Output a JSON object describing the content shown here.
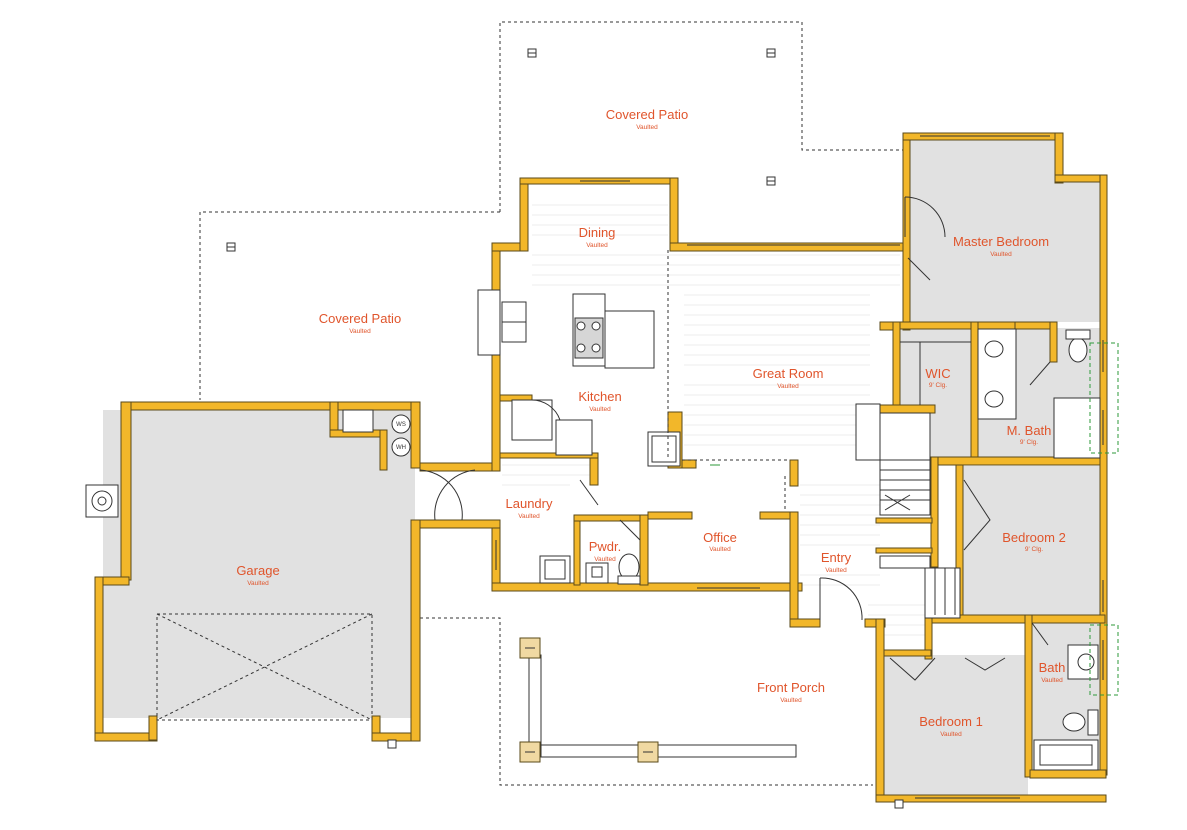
{
  "rooms": {
    "covered_patio_top": {
      "name": "Covered Patio",
      "sub": "Vaulted"
    },
    "covered_patio_left": {
      "name": "Covered Patio",
      "sub": "Vaulted"
    },
    "dining": {
      "name": "Dining",
      "sub": "Vaulted"
    },
    "kitchen": {
      "name": "Kitchen",
      "sub": "Vaulted"
    },
    "great_room": {
      "name": "Great Room",
      "sub": "Vaulted"
    },
    "master_bedroom": {
      "name": "Master Bedroom",
      "sub": "Vaulted"
    },
    "wic": {
      "name": "WIC",
      "sub": "9' Clg."
    },
    "master_bath": {
      "name": "M. Bath",
      "sub": "9' Clg."
    },
    "bedroom_2": {
      "name": "Bedroom 2",
      "sub": "9' Clg."
    },
    "laundry": {
      "name": "Laundry",
      "sub": "Vaulted"
    },
    "powder": {
      "name": "Pwdr.",
      "sub": "Vaulted"
    },
    "office": {
      "name": "Office",
      "sub": "Vaulted"
    },
    "entry": {
      "name": "Entry",
      "sub": "Vaulted"
    },
    "garage": {
      "name": "Garage",
      "sub": "Vaulted"
    },
    "front_porch": {
      "name": "Front Porch",
      "sub": "Vaulted"
    },
    "bath": {
      "name": "Bath",
      "sub": "Vaulted"
    },
    "bedroom_1": {
      "name": "Bedroom 1",
      "sub": "Vaulted"
    }
  },
  "fixtures": {
    "water_softener": "WS",
    "water_heater": "WH"
  },
  "colors": {
    "wall": "#f2b72a",
    "label": "#e0552c",
    "floor_gray": "#e1e1e1",
    "outline": "#333333"
  }
}
